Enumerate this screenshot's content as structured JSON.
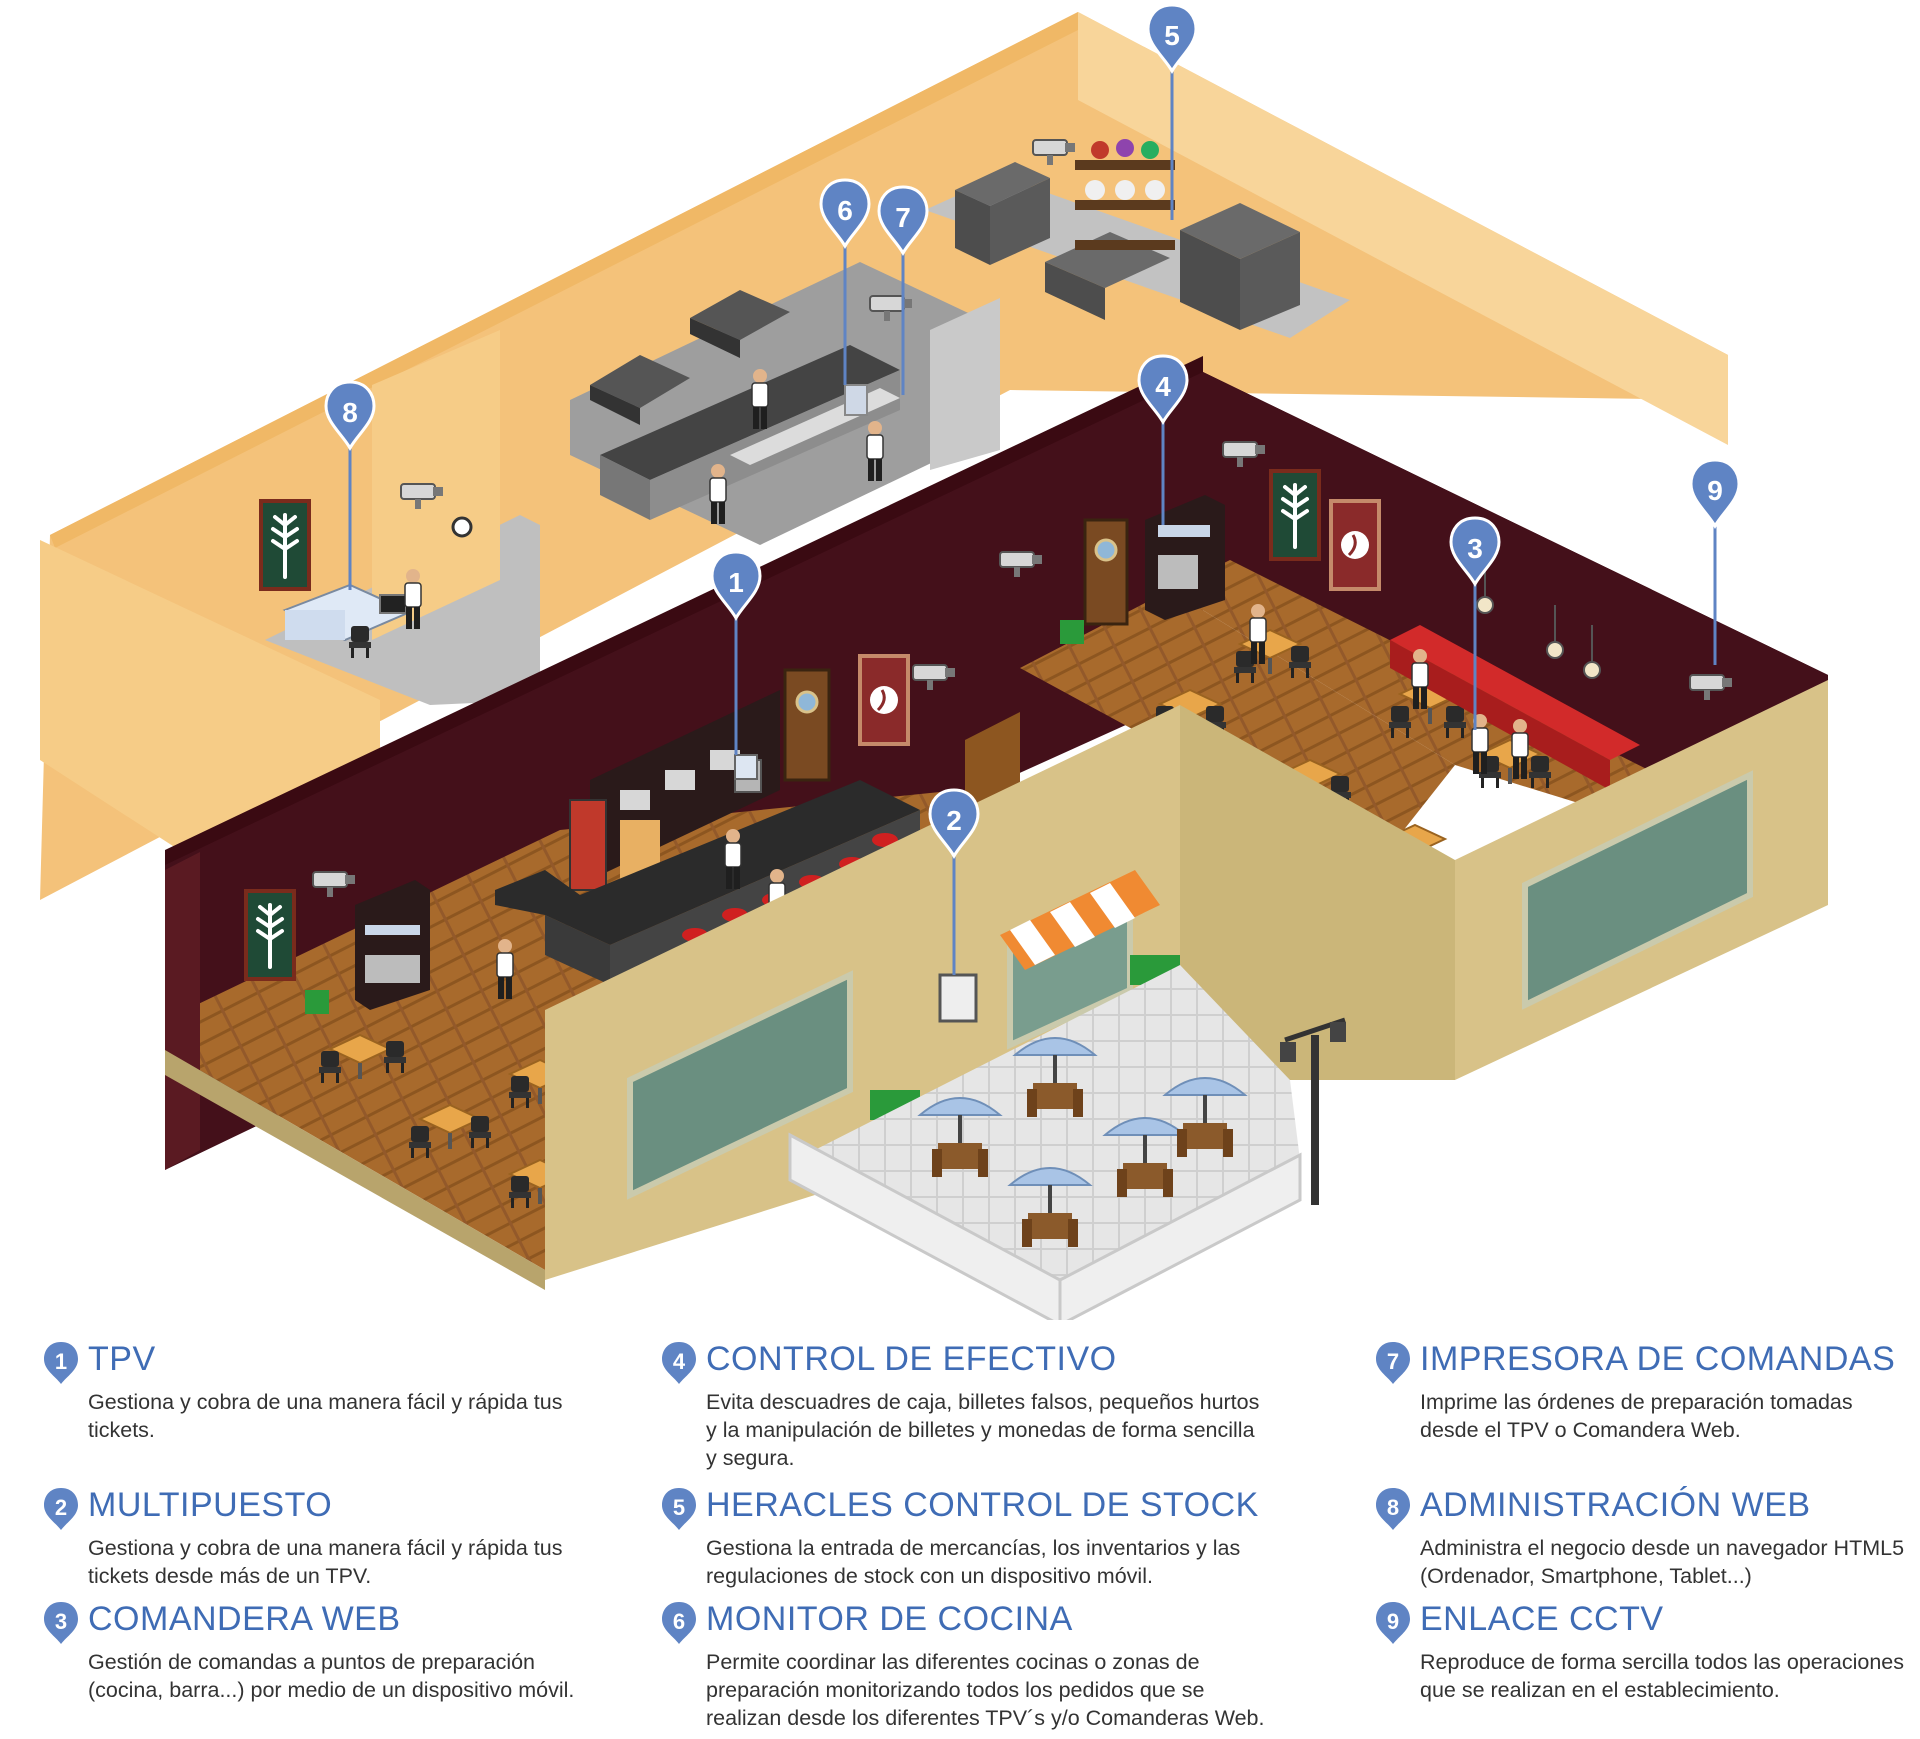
{
  "colors": {
    "accent": "#3f6cb5",
    "marker": "#5f84c4",
    "wall_interior": "#3e0b14",
    "wall_upper": "#f6c97d",
    "wall_exterior": "#d9c38a",
    "floor_wood": "#a86a2c"
  },
  "markers": [
    "1",
    "2",
    "3",
    "4",
    "5",
    "6",
    "7",
    "8",
    "9"
  ],
  "legend": {
    "items": [
      {
        "num": "1",
        "title": "TPV",
        "desc": "Gestiona y cobra de una manera fácil y rápida tus tickets."
      },
      {
        "num": "2",
        "title": "MULTIPUESTO",
        "desc": "Gestiona y cobra de una manera fácil y rápida tus tickets desde más de un TPV."
      },
      {
        "num": "3",
        "title": "COMANDERA WEB",
        "desc": "Gestión de comandas a puntos de preparación (cocina, barra...) por medio de un dispositivo móvil."
      },
      {
        "num": "4",
        "title": "CONTROL DE EFECTIVO",
        "desc": "Evita descuadres de caja, billetes falsos, pequeños hurtos y la manipulación de billetes y monedas de forma sencilla y segura."
      },
      {
        "num": "5",
        "title": "HERACLES CONTROL DE STOCK",
        "desc": "Gestiona la entrada de mercancías, los inventarios y las regulaciones de stock con un dispositivo móvil."
      },
      {
        "num": "6",
        "title": "MONITOR DE COCINA",
        "desc": "Permite coordinar las diferentes cocinas o zonas de preparación monitorizando todos los pedidos que se realizan desde los diferentes TPV´s y/o Comanderas Web."
      },
      {
        "num": "7",
        "title": "IMPRESORA DE COMANDAS",
        "desc": "Imprime las órdenes de preparación tomadas desde el TPV o Comandera Web."
      },
      {
        "num": "8",
        "title": "ADMINISTRACIÓN WEB",
        "desc": "Administra el negocio desde un navegador HTML5 (Ordenador, Smartphone, Tablet...)"
      },
      {
        "num": "9",
        "title": "ENLACE CCTV",
        "desc": "Reproduce de forma sercilla todos las operaciones que se realizan en el establecimiento."
      }
    ]
  }
}
